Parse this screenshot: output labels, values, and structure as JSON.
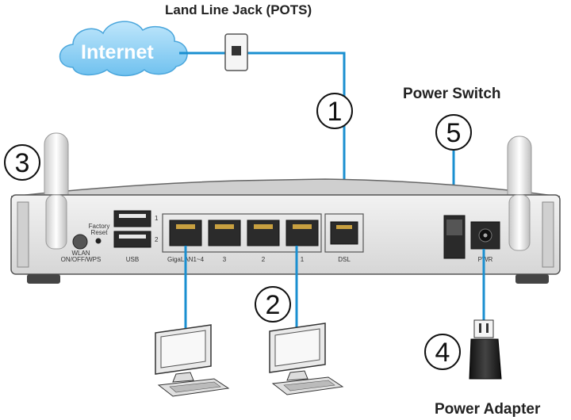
{
  "labels": {
    "land_line_jack": "Land Line Jack (POTS)",
    "power_switch": "Power Switch",
    "power_adapter": "Power Adapter",
    "internet": "Internet"
  },
  "callouts": [
    "1",
    "2",
    "3",
    "4",
    "5"
  ],
  "ports": {
    "usb": "USB",
    "usb_1": "1",
    "usb_2": "2",
    "factory_reset_line1": "Factory",
    "factory_reset_line2": "Reset",
    "wlan_line1": "WLAN",
    "wlan_line2": "ON/OFF/WPS",
    "lan4": "GigaLAN1~4",
    "lan3": "3",
    "lan2": "2",
    "lan1": "1",
    "dsl": "DSL",
    "pwr": "PWR"
  },
  "colors": {
    "cable": "#1a8fd0",
    "cloud_fill": "#8fd0f5",
    "router_body": "#e4e4e4",
    "router_outline": "#555555"
  }
}
